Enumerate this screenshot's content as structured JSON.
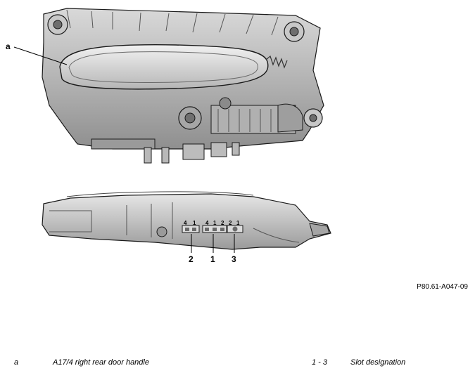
{
  "callouts": {
    "a": "a",
    "c1": "1",
    "c2": "2",
    "c3": "3"
  },
  "pins": {
    "conn2": [
      "4",
      "1"
    ],
    "conn1": [
      "4",
      "1",
      "2"
    ],
    "conn3": [
      "2",
      "1"
    ]
  },
  "reference_code": "P80.61-A047-09",
  "legend": [
    {
      "key": "a",
      "text": "A17/4 right rear door handle"
    },
    {
      "key": "1 - 3",
      "text": "Slot designation"
    }
  ]
}
